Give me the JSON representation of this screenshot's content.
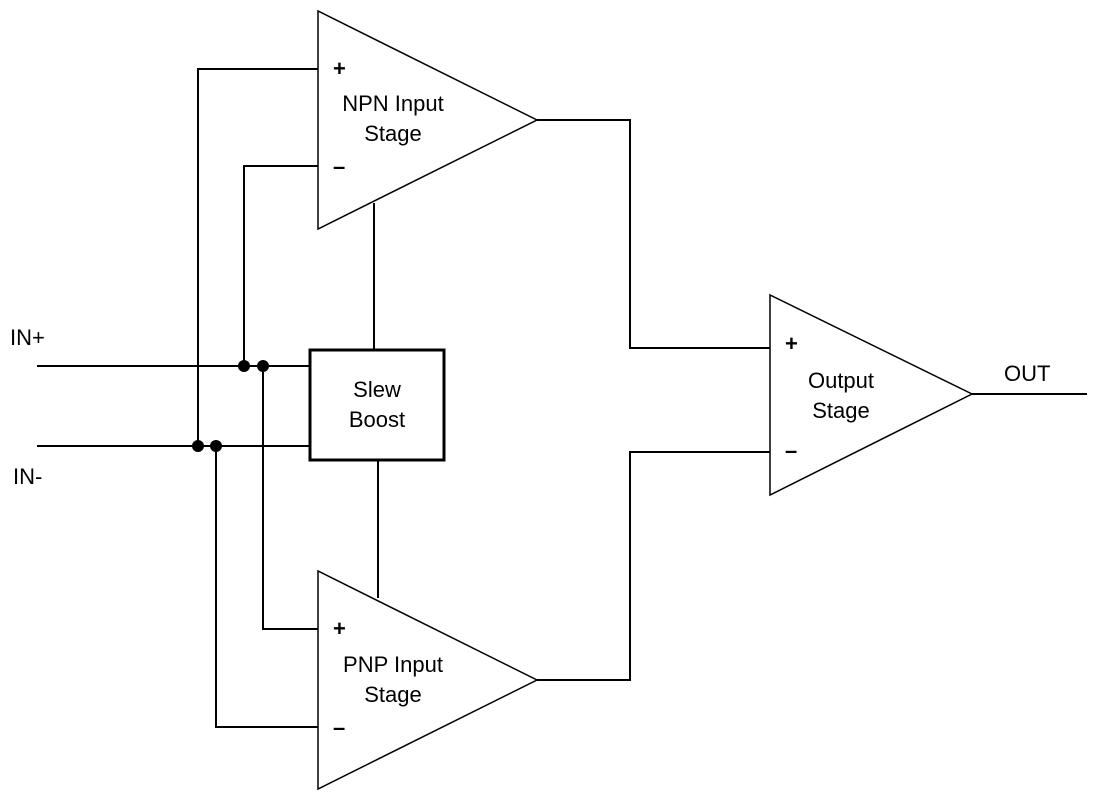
{
  "inputs": {
    "in_plus": "IN+",
    "in_minus": "IN-"
  },
  "output": {
    "label": "OUT"
  },
  "npn_stage": {
    "line1": "NPN Input",
    "line2": "Stage",
    "plus": "+",
    "minus": "–"
  },
  "pnp_stage": {
    "line1": "PNP Input",
    "line2": "Stage",
    "plus": "+",
    "minus": "–"
  },
  "slew_boost": {
    "line1": "Slew",
    "line2": "Boost"
  },
  "output_stage": {
    "line1": "Output",
    "line2": "Stage",
    "plus": "+",
    "minus": "–"
  }
}
